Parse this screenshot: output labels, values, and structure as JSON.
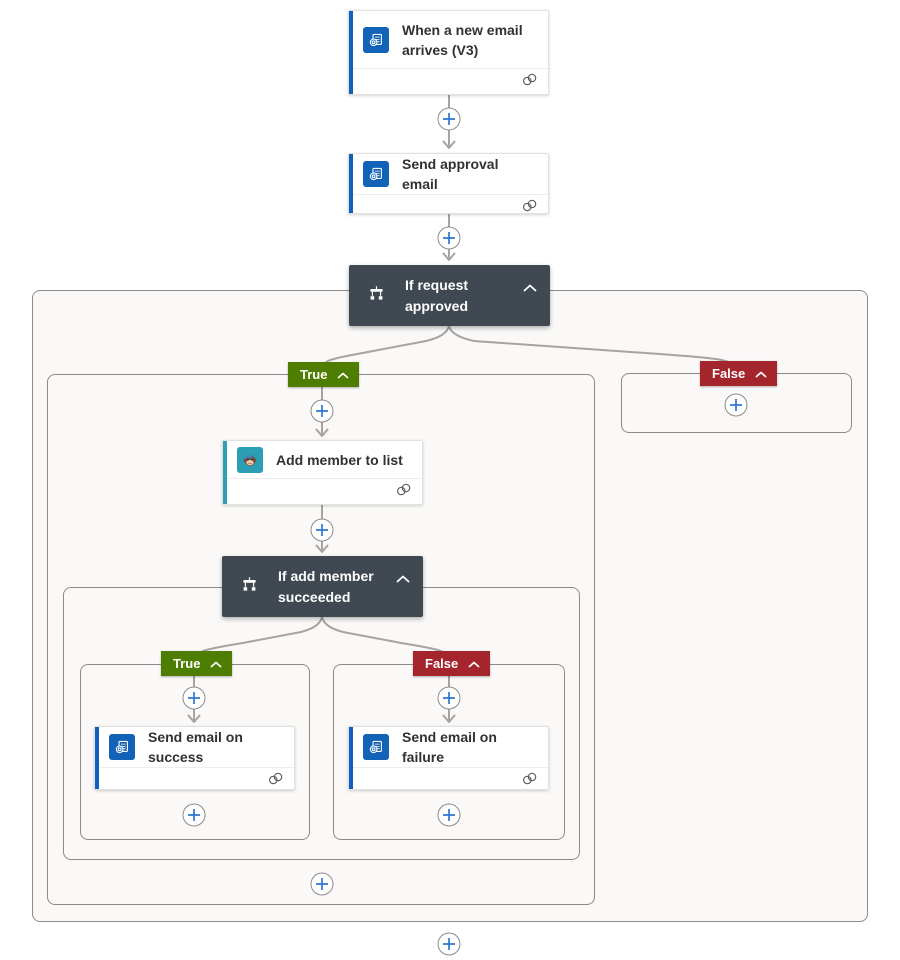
{
  "canvas": {
    "nodes": {
      "trigger": {
        "title": "When a new email arrives (V3)",
        "icon": "outlook-icon",
        "accent": "#1160be"
      },
      "send_approval": {
        "title": "Send approval email",
        "icon": "outlook-icon",
        "accent": "#1160be"
      },
      "condition1": {
        "title": "If request approved",
        "icon": "condition-icon"
      },
      "add_member": {
        "title": "Add member to list",
        "icon": "mailchimp-icon",
        "accent": "#2e9fb5"
      },
      "condition2": {
        "title": "If add member succeeded",
        "icon": "condition-icon"
      },
      "send_success": {
        "title": "Send email on success",
        "icon": "outlook-icon",
        "accent": "#1160be"
      },
      "send_failure": {
        "title": "Send email on failure",
        "icon": "outlook-icon",
        "accent": "#1160be"
      }
    },
    "branches": {
      "true1": {
        "label": "True"
      },
      "false1": {
        "label": "False"
      },
      "true2": {
        "label": "True"
      },
      "false2": {
        "label": "False"
      }
    },
    "colors": {
      "true_badge": "#4e7e01",
      "false_badge": "#a4262c",
      "condition_bg": "#404851",
      "connector": "#a6a4a2",
      "plus_icon_blue": "#2f76d2",
      "outlook_tile_blue": "#1262b8",
      "mailchimp_tile_teal": "#2b9eb3",
      "scope_border": "#8d8b89",
      "scope_fill": "#faf9f8"
    }
  }
}
